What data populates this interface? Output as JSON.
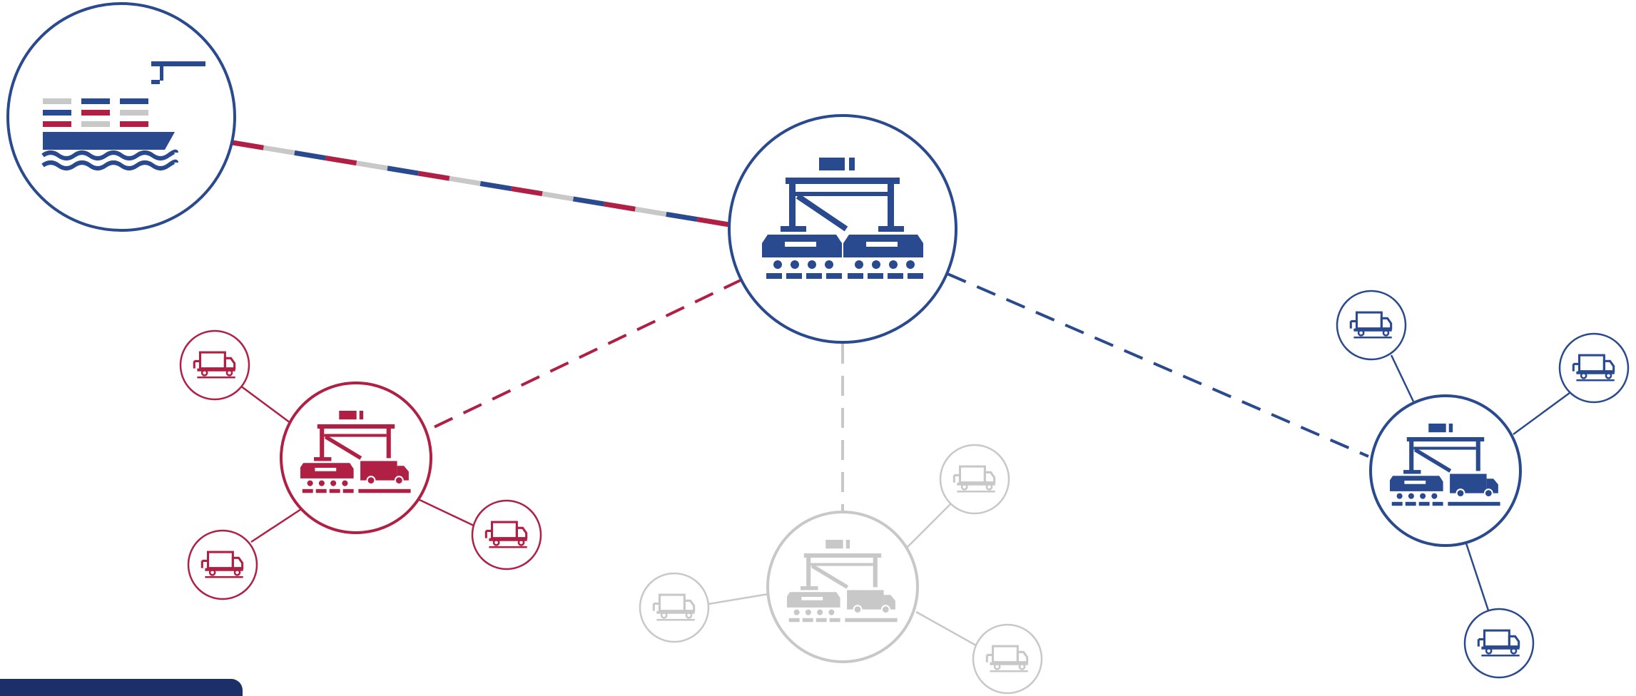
{
  "colors": {
    "blue": "#2a4a8f",
    "red": "#b01f44",
    "gray": "#c8c8c8",
    "navy": "#1d2f68",
    "white": "#ffffff"
  },
  "nodes": [
    {
      "id": "ship",
      "icon": "container-ship-icon",
      "color": "blue"
    },
    {
      "id": "hub-main",
      "icon": "gantry-crane-terminal-icon",
      "color": "blue"
    },
    {
      "id": "terminal-red",
      "icon": "gantry-crane-truck-terminal-icon",
      "color": "red"
    },
    {
      "id": "terminal-gray",
      "icon": "gantry-crane-truck-terminal-icon",
      "color": "gray"
    },
    {
      "id": "terminal-blue",
      "icon": "gantry-crane-truck-terminal-icon",
      "color": "blue"
    }
  ],
  "trucks": {
    "red": 3,
    "gray": 3,
    "blue": 3
  },
  "links": [
    {
      "from": "ship",
      "to": "hub-main",
      "style": "dashed-multicolor"
    },
    {
      "from": "hub-main",
      "to": "terminal-red",
      "style": "dashed",
      "color": "red"
    },
    {
      "from": "hub-main",
      "to": "terminal-gray",
      "style": "dashed",
      "color": "gray"
    },
    {
      "from": "hub-main",
      "to": "terminal-blue",
      "style": "dashed",
      "color": "blue"
    }
  ]
}
